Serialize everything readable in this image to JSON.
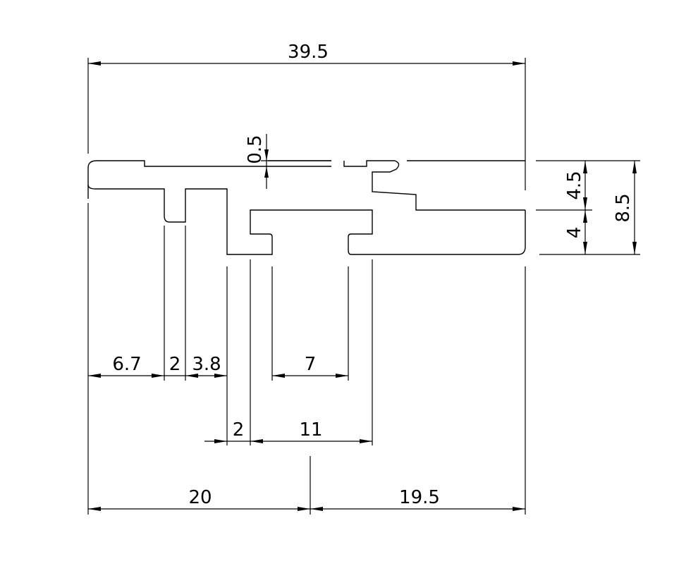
{
  "dimensions": {
    "overall_width": "39.5",
    "left_span": "20",
    "right_span": "19.5",
    "lip_thickness": "0.5",
    "upper_height": "4.5",
    "lower_height": "4",
    "total_height": "8.5",
    "seg_a": "6.7",
    "seg_b": "2",
    "seg_c": "3.8",
    "slot_inner": "7",
    "wall": "2",
    "slot_outer": "11"
  }
}
